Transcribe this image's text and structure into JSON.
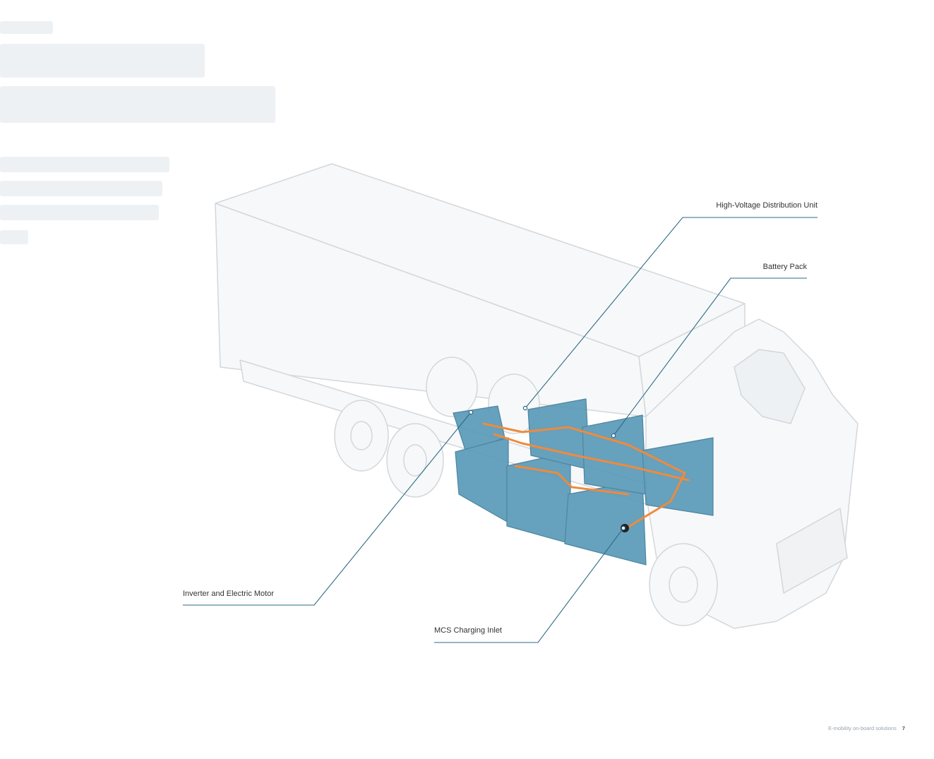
{
  "callouts": {
    "hv_distribution_unit": "High-Voltage Distribution Unit",
    "battery_pack": "Battery Pack",
    "inverter_motor": "Inverter and Electric Motor",
    "mcs_charging_inlet": "MCS Charging Inlet"
  },
  "footer": {
    "publication": "E-mobility on-board solutions",
    "page_number": "7"
  },
  "colors": {
    "callout_line": "#2e6b86",
    "battery": "#5a9ab8",
    "cable": "#f08a3c",
    "truck_outline": "#d3d7db"
  }
}
